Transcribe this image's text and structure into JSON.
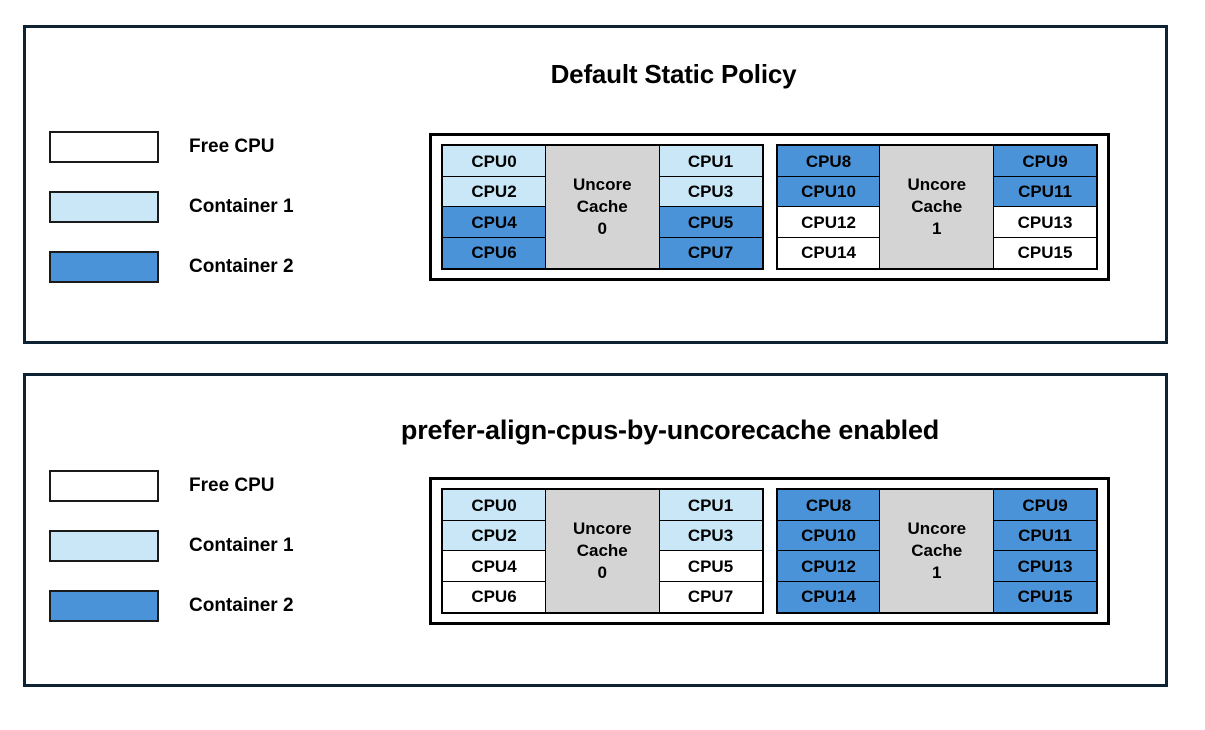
{
  "colors": {
    "free_cpu": "#ffffff",
    "container1": "#c9e7f7",
    "container2": "#4b93d9",
    "uncore_cache": "#d4d4d4",
    "panel_border": "#0d2233",
    "cell_border": "#000000",
    "text": "#000000"
  },
  "legend": {
    "items": [
      {
        "label": "Free CPU",
        "state": "free"
      },
      {
        "label": "Container 1",
        "state": "container1"
      },
      {
        "label": "Container 2",
        "state": "container2"
      }
    ]
  },
  "panels": [
    {
      "id": "default",
      "title": "Default Static Policy",
      "diagram": {
        "sockets": [
          {
            "uncore_label_line1": "Uncore",
            "uncore_label_line2": "Cache",
            "uncore_label_line3": "0",
            "left_column": [
              {
                "label": "CPU0",
                "state": "container1"
              },
              {
                "label": "CPU2",
                "state": "container1"
              },
              {
                "label": "CPU4",
                "state": "container2"
              },
              {
                "label": "CPU6",
                "state": "container2"
              }
            ],
            "right_column": [
              {
                "label": "CPU1",
                "state": "container1"
              },
              {
                "label": "CPU3",
                "state": "container1"
              },
              {
                "label": "CPU5",
                "state": "container2"
              },
              {
                "label": "CPU7",
                "state": "container2"
              }
            ]
          },
          {
            "uncore_label_line1": "Uncore",
            "uncore_label_line2": "Cache",
            "uncore_label_line3": "1",
            "left_column": [
              {
                "label": "CPU8",
                "state": "container2"
              },
              {
                "label": "CPU10",
                "state": "container2"
              },
              {
                "label": "CPU12",
                "state": "free"
              },
              {
                "label": "CPU14",
                "state": "free"
              }
            ],
            "right_column": [
              {
                "label": "CPU9",
                "state": "container2"
              },
              {
                "label": "CPU11",
                "state": "container2"
              },
              {
                "label": "CPU13",
                "state": "free"
              },
              {
                "label": "CPU15",
                "state": "free"
              }
            ]
          }
        ]
      }
    },
    {
      "id": "prefer",
      "title": "prefer-align-cpus-by-uncorecache enabled",
      "diagram": {
        "sockets": [
          {
            "uncore_label_line1": "Uncore",
            "uncore_label_line2": "Cache",
            "uncore_label_line3": "0",
            "left_column": [
              {
                "label": "CPU0",
                "state": "container1"
              },
              {
                "label": "CPU2",
                "state": "container1"
              },
              {
                "label": "CPU4",
                "state": "free"
              },
              {
                "label": "CPU6",
                "state": "free"
              }
            ],
            "right_column": [
              {
                "label": "CPU1",
                "state": "container1"
              },
              {
                "label": "CPU3",
                "state": "container1"
              },
              {
                "label": "CPU5",
                "state": "free"
              },
              {
                "label": "CPU7",
                "state": "free"
              }
            ]
          },
          {
            "uncore_label_line1": "Uncore",
            "uncore_label_line2": "Cache",
            "uncore_label_line3": "1",
            "left_column": [
              {
                "label": "CPU8",
                "state": "container2"
              },
              {
                "label": "CPU10",
                "state": "container2"
              },
              {
                "label": "CPU12",
                "state": "container2"
              },
              {
                "label": "CPU14",
                "state": "container2"
              }
            ],
            "right_column": [
              {
                "label": "CPU9",
                "state": "container2"
              },
              {
                "label": "CPU11",
                "state": "container2"
              },
              {
                "label": "CPU13",
                "state": "container2"
              },
              {
                "label": "CPU15",
                "state": "container2"
              }
            ]
          }
        ]
      }
    }
  ]
}
